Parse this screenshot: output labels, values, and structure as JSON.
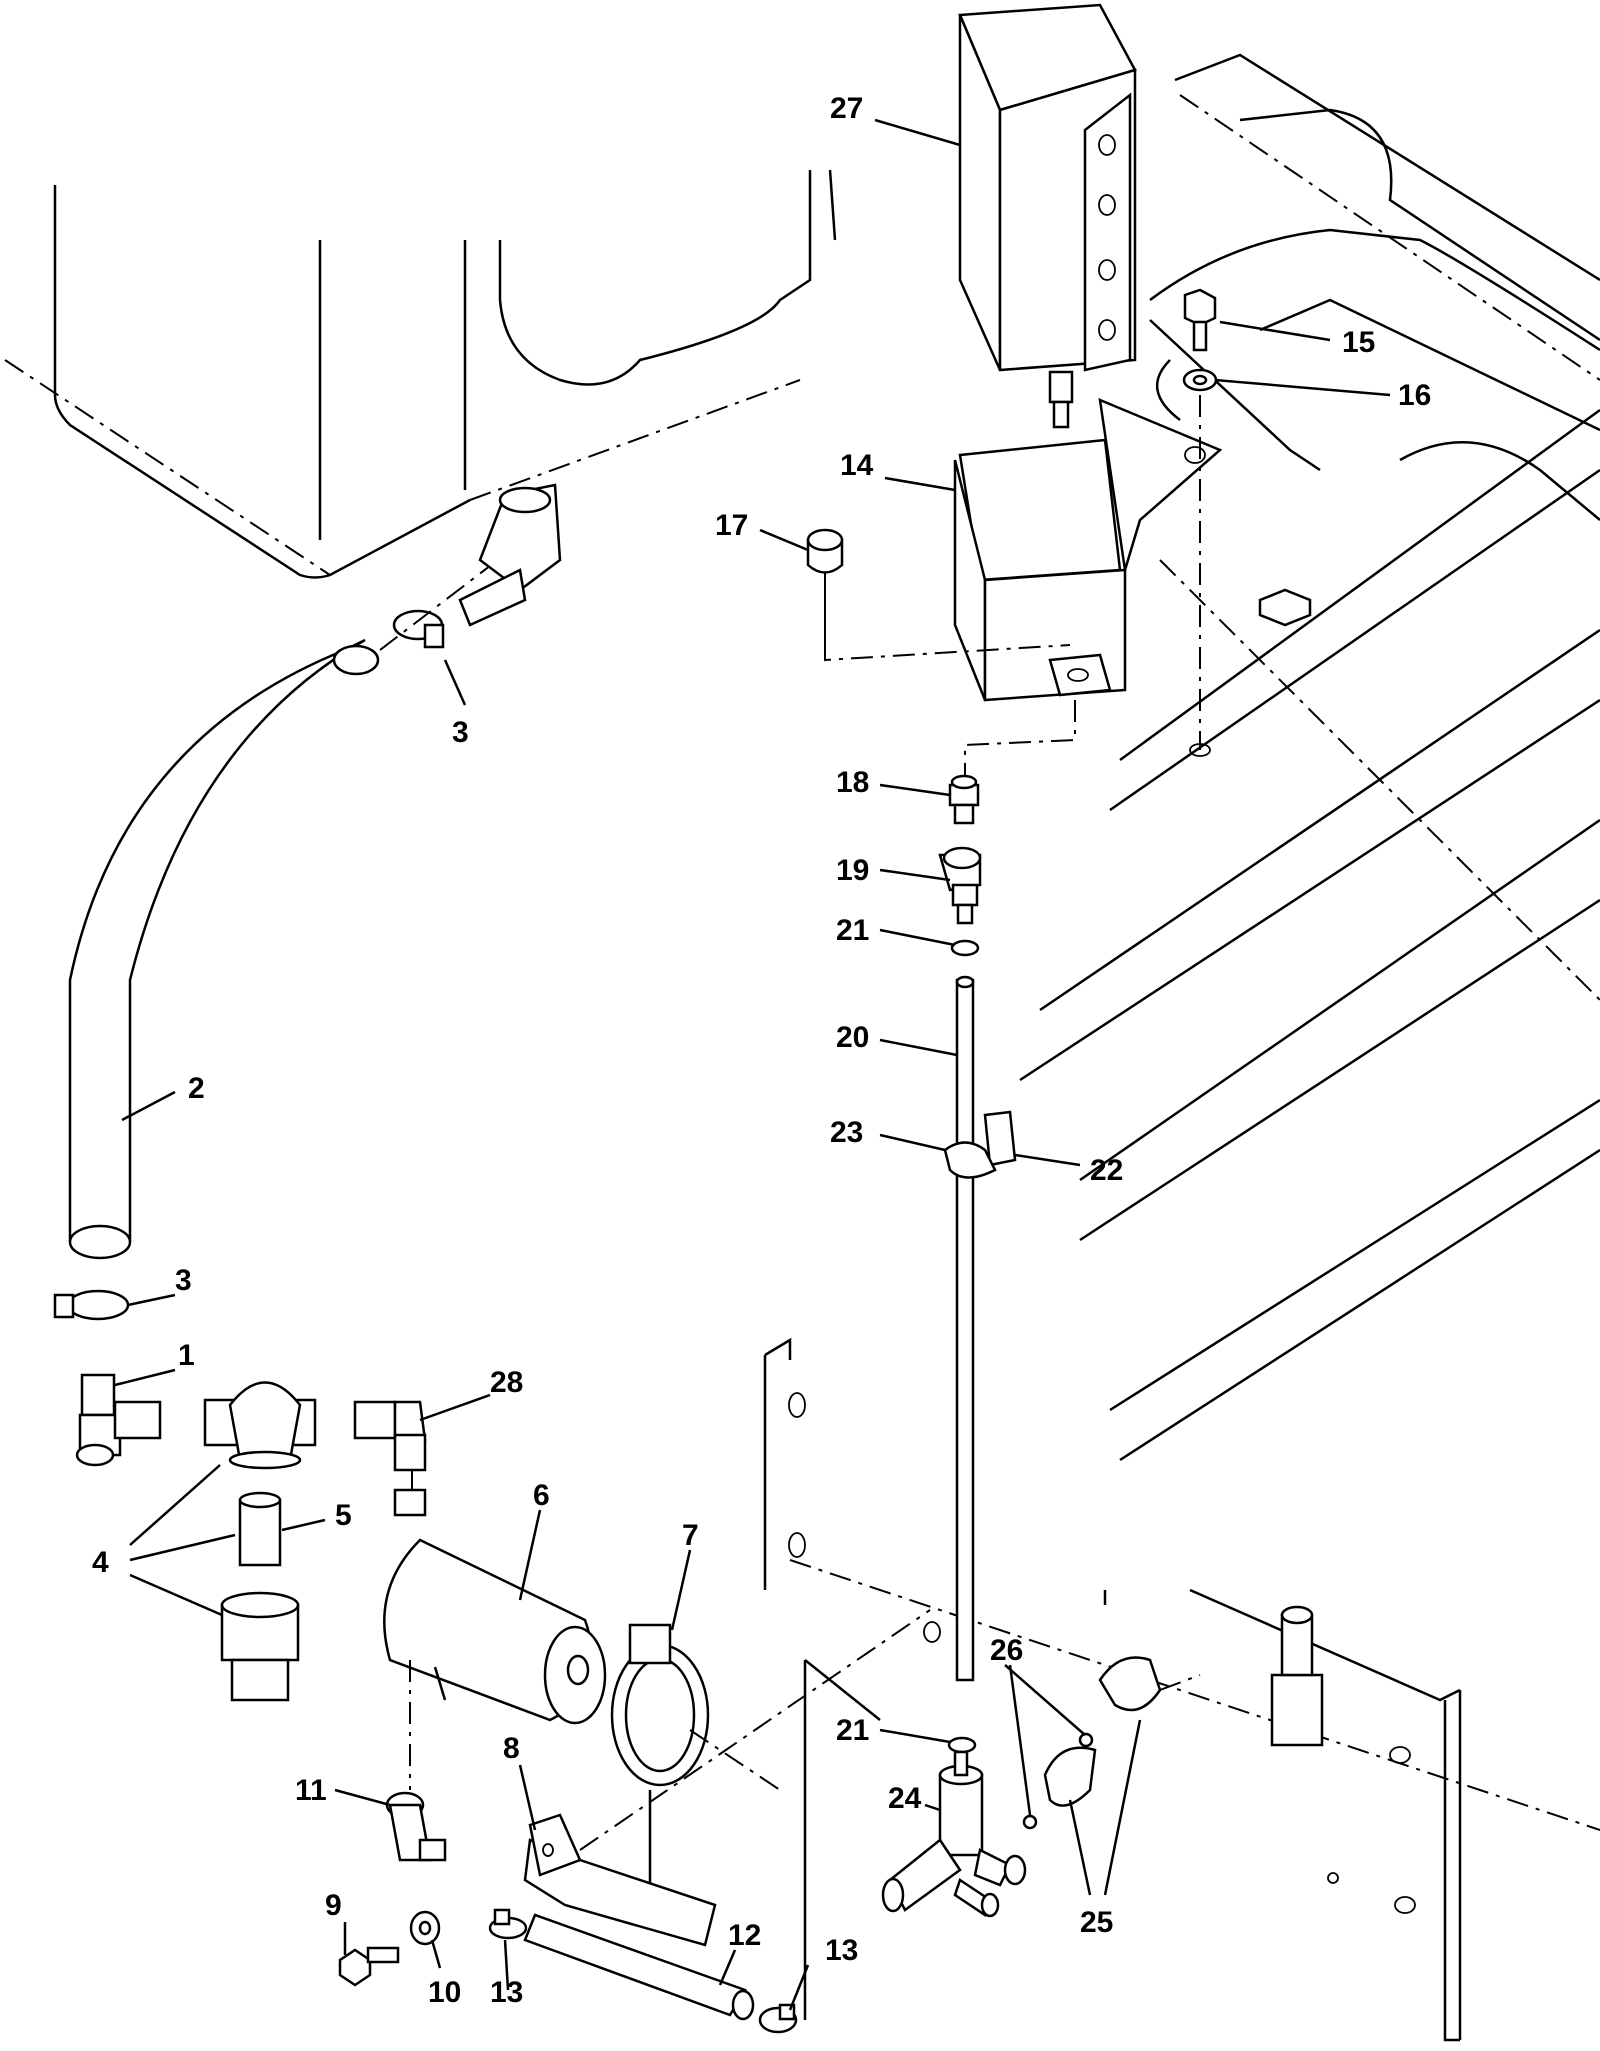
{
  "callouts": {
    "c1": "1",
    "c2": "2",
    "c3a": "3",
    "c3b": "3",
    "c4": "4",
    "c5": "5",
    "c6": "6",
    "c7": "7",
    "c8": "8",
    "c9": "9",
    "c10": "10",
    "c11": "11",
    "c12": "12",
    "c13a": "13",
    "c13b": "13",
    "c14": "14",
    "c15": "15",
    "c16": "16",
    "c17": "17",
    "c18": "18",
    "c19": "19",
    "c20": "20",
    "c21a": "21",
    "c21b": "21",
    "c22": "22",
    "c23": "23",
    "c24": "24",
    "c25": "25",
    "c26": "26",
    "c27": "27",
    "c28": "28"
  }
}
